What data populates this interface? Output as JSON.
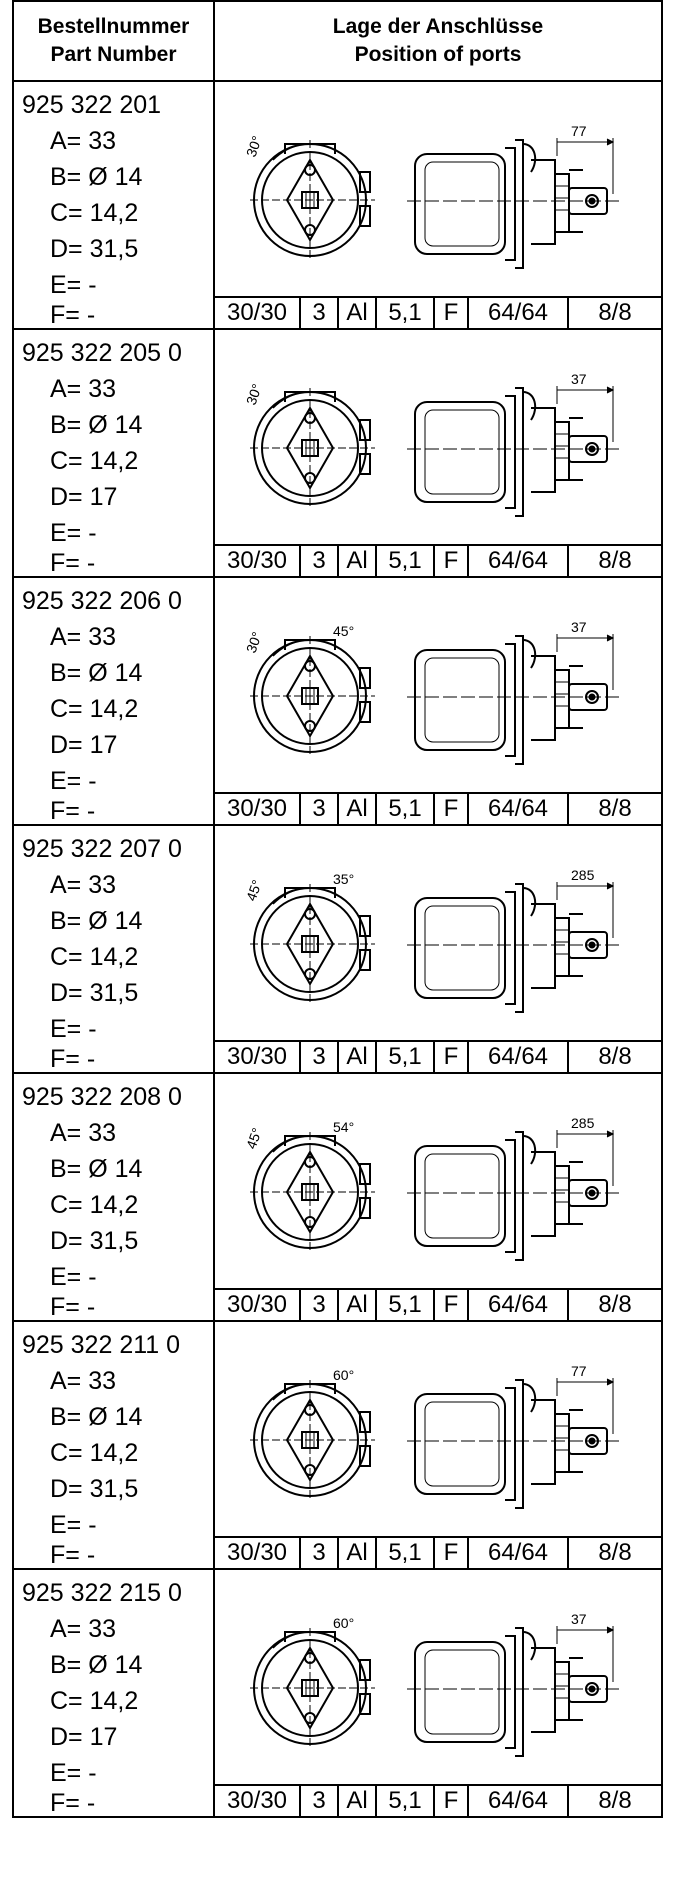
{
  "header": {
    "col1_line1": "Bestellnummer",
    "col1_line2": "Part Number",
    "col2_line1": "Lage der Anschlüsse",
    "col2_line2": "Position of ports"
  },
  "param_labels": [
    "A=",
    "B=",
    "C=",
    "D=",
    "E=",
    "F="
  ],
  "rows": [
    {
      "number": "925 322 201",
      "A": "33",
      "B": "Ø 14",
      "C": "14,2",
      "D": "31,5",
      "E": "-",
      "F": "-",
      "angle1": "30°",
      "angle2": "",
      "dim": "77",
      "strip": [
        "30/30",
        "3",
        "Al",
        "5,1",
        "F",
        "64/64",
        "8/8"
      ]
    },
    {
      "number": "925 322 205 0",
      "A": "33",
      "B": "Ø 14",
      "C": "14,2",
      "D": "17",
      "E": "-",
      "F": "-",
      "angle1": "30°",
      "angle2": "",
      "dim": "37",
      "strip": [
        "30/30",
        "3",
        "Al",
        "5,1",
        "F",
        "64/64",
        "8/8"
      ]
    },
    {
      "number": "925 322 206 0",
      "A": "33",
      "B": "Ø 14",
      "C": "14,2",
      "D": "17",
      "E": "-",
      "F": "-",
      "angle1": "30°",
      "angle2": "45°",
      "dim": "37",
      "strip": [
        "30/30",
        "3",
        "Al",
        "5,1",
        "F",
        "64/64",
        "8/8"
      ]
    },
    {
      "number": "925 322 207 0",
      "A": "33",
      "B": "Ø 14",
      "C": "14,2",
      "D": "31,5",
      "E": "-",
      "F": "-",
      "angle1": "45°",
      "angle2": "35°",
      "dim": "285",
      "strip": [
        "30/30",
        "3",
        "Al",
        "5,1",
        "F",
        "64/64",
        "8/8"
      ]
    },
    {
      "number": "925 322 208 0",
      "A": "33",
      "B": "Ø 14",
      "C": "14,2",
      "D": "31,5",
      "E": "-",
      "F": "-",
      "angle1": "45°",
      "angle2": "54°",
      "dim": "285",
      "strip": [
        "30/30",
        "3",
        "Al",
        "5,1",
        "F",
        "64/64",
        "8/8"
      ]
    },
    {
      "number": "925 322 211 0",
      "A": "33",
      "B": "Ø 14",
      "C": "14,2",
      "D": "31,5",
      "E": "-",
      "F": "-",
      "angle1": "",
      "angle2": "60°",
      "dim": "77",
      "strip": [
        "30/30",
        "3",
        "Al",
        "5,1",
        "F",
        "64/64",
        "8/8"
      ]
    },
    {
      "number": "925 322 215 0",
      "A": "33",
      "B": "Ø 14",
      "C": "14,2",
      "D": "17",
      "E": "-",
      "F": "-",
      "angle1": "",
      "angle2": "60°",
      "dim": "37",
      "strip": [
        "30/30",
        "3",
        "Al",
        "5,1",
        "F",
        "64/64",
        "8/8"
      ]
    }
  ]
}
